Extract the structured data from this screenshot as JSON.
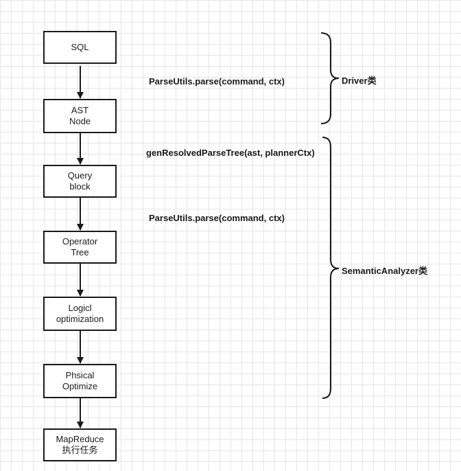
{
  "steps": [
    {
      "label": "SQL"
    },
    {
      "label": "AST\nNode"
    },
    {
      "label": "Query\nblock"
    },
    {
      "label": "Operator\nTree"
    },
    {
      "label": "Logicl\noptimization"
    },
    {
      "label": "Phsical\nOptimize"
    },
    {
      "label": "MapReduce\n执行任务"
    }
  ],
  "methods": [
    "ParseUtils.parse(command, ctx)",
    "genResolvedParseTree(ast, plannerCtx)",
    "ParseUtils.parse(command, ctx)"
  ],
  "groups": [
    {
      "label": "Driver类"
    },
    {
      "label": "SemanticAnalyzer类"
    }
  ]
}
